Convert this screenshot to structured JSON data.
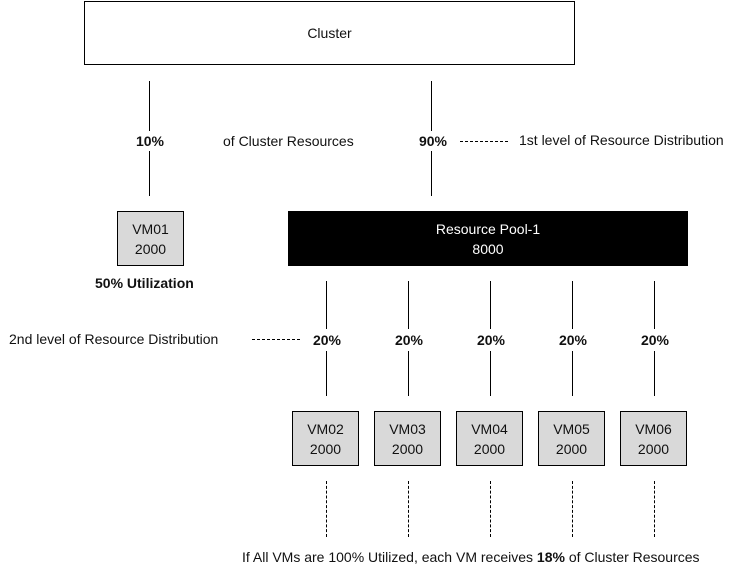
{
  "cluster": {
    "label": "Cluster"
  },
  "top_level": {
    "left_pct": "10%",
    "right_pct": "90%",
    "middle_label": "of Cluster Resources",
    "level_label": "1st level of Resource Distribution"
  },
  "vm01": {
    "name": "VM01",
    "value": "2000",
    "utilization": "50% Utilization"
  },
  "pool": {
    "name": "Resource Pool-1",
    "value": "8000"
  },
  "second_level": {
    "label": "2nd level of Resource Distribution",
    "percentages": [
      "20%",
      "20%",
      "20%",
      "20%",
      "20%"
    ]
  },
  "pool_vms": [
    {
      "name": "VM02",
      "value": "2000"
    },
    {
      "name": "VM03",
      "value": "2000"
    },
    {
      "name": "VM04",
      "value": "2000"
    },
    {
      "name": "VM05",
      "value": "2000"
    },
    {
      "name": "VM06",
      "value": "2000"
    }
  ],
  "footer": {
    "prefix": "If All VMs are 100% Utilized, each VM receives ",
    "highlight": "18%",
    "suffix": " of Cluster Resources"
  }
}
